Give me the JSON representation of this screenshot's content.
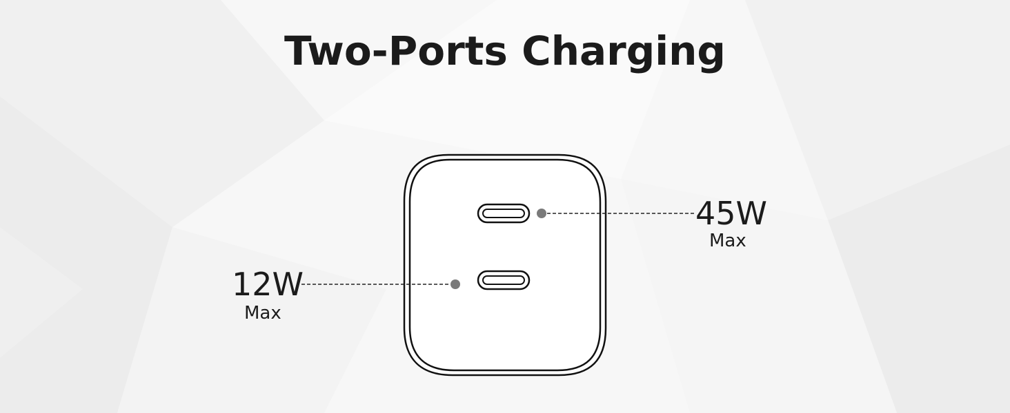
{
  "title": "Two-Ports Charging",
  "ports": [
    {
      "value": "45W",
      "unit": "Max"
    },
    {
      "value": "12W",
      "unit": "Max"
    }
  ],
  "colors": {
    "text": "#1b1b1b",
    "outline": "#111111",
    "dot": "#7a7a7a",
    "background": "#f6f6f6"
  }
}
